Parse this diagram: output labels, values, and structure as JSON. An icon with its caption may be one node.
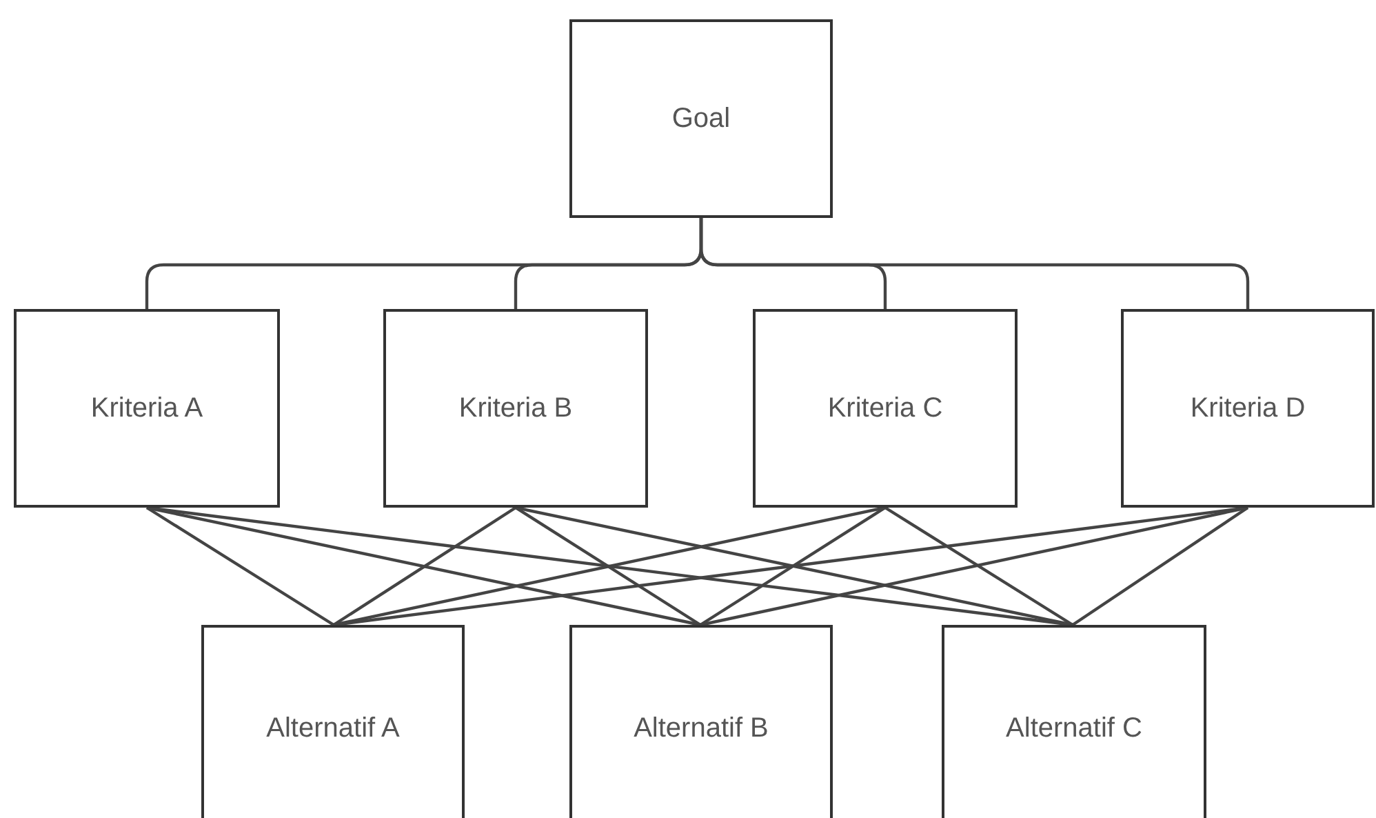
{
  "diagram": {
    "nodes": [
      {
        "text": [
          "Goal"
        ]
      },
      {
        "text": [
          "Kriteria A"
        ]
      },
      {
        "text": [
          "Kriteria B"
        ]
      },
      {
        "text": [
          "Kriteria C"
        ]
      },
      {
        "text": [
          "Kriteria D"
        ]
      },
      {
        "text": [
          "Alternatif A"
        ]
      },
      {
        "text": [
          "Alternatif B"
        ]
      },
      {
        "text": [
          "Alternatif C"
        ]
      }
    ],
    "edges": [
      {
        "from": 0,
        "to": 1,
        "arrow": "none"
      },
      {
        "from": 0,
        "to": 2,
        "arrow": "none"
      },
      {
        "from": 0,
        "to": 3,
        "arrow": "none"
      },
      {
        "from": 0,
        "to": 4,
        "arrow": "none"
      },
      {
        "from": 1,
        "to": 5,
        "arrow": "none"
      },
      {
        "from": 1,
        "to": 6,
        "arrow": "none"
      },
      {
        "from": 1,
        "to": 7,
        "arrow": "none"
      },
      {
        "from": 2,
        "to": 5,
        "arrow": "none"
      },
      {
        "from": 2,
        "to": 6,
        "arrow": "none"
      },
      {
        "from": 2,
        "to": 7,
        "arrow": "none"
      },
      {
        "from": 3,
        "to": 5,
        "arrow": "none"
      },
      {
        "from": 3,
        "to": 6,
        "arrow": "none"
      },
      {
        "from": 3,
        "to": 7,
        "arrow": "none"
      },
      {
        "from": 4,
        "to": 5,
        "arrow": "none"
      },
      {
        "from": 4,
        "to": 6,
        "arrow": "none"
      },
      {
        "from": 4,
        "to": 7,
        "arrow": "none"
      }
    ]
  }
}
